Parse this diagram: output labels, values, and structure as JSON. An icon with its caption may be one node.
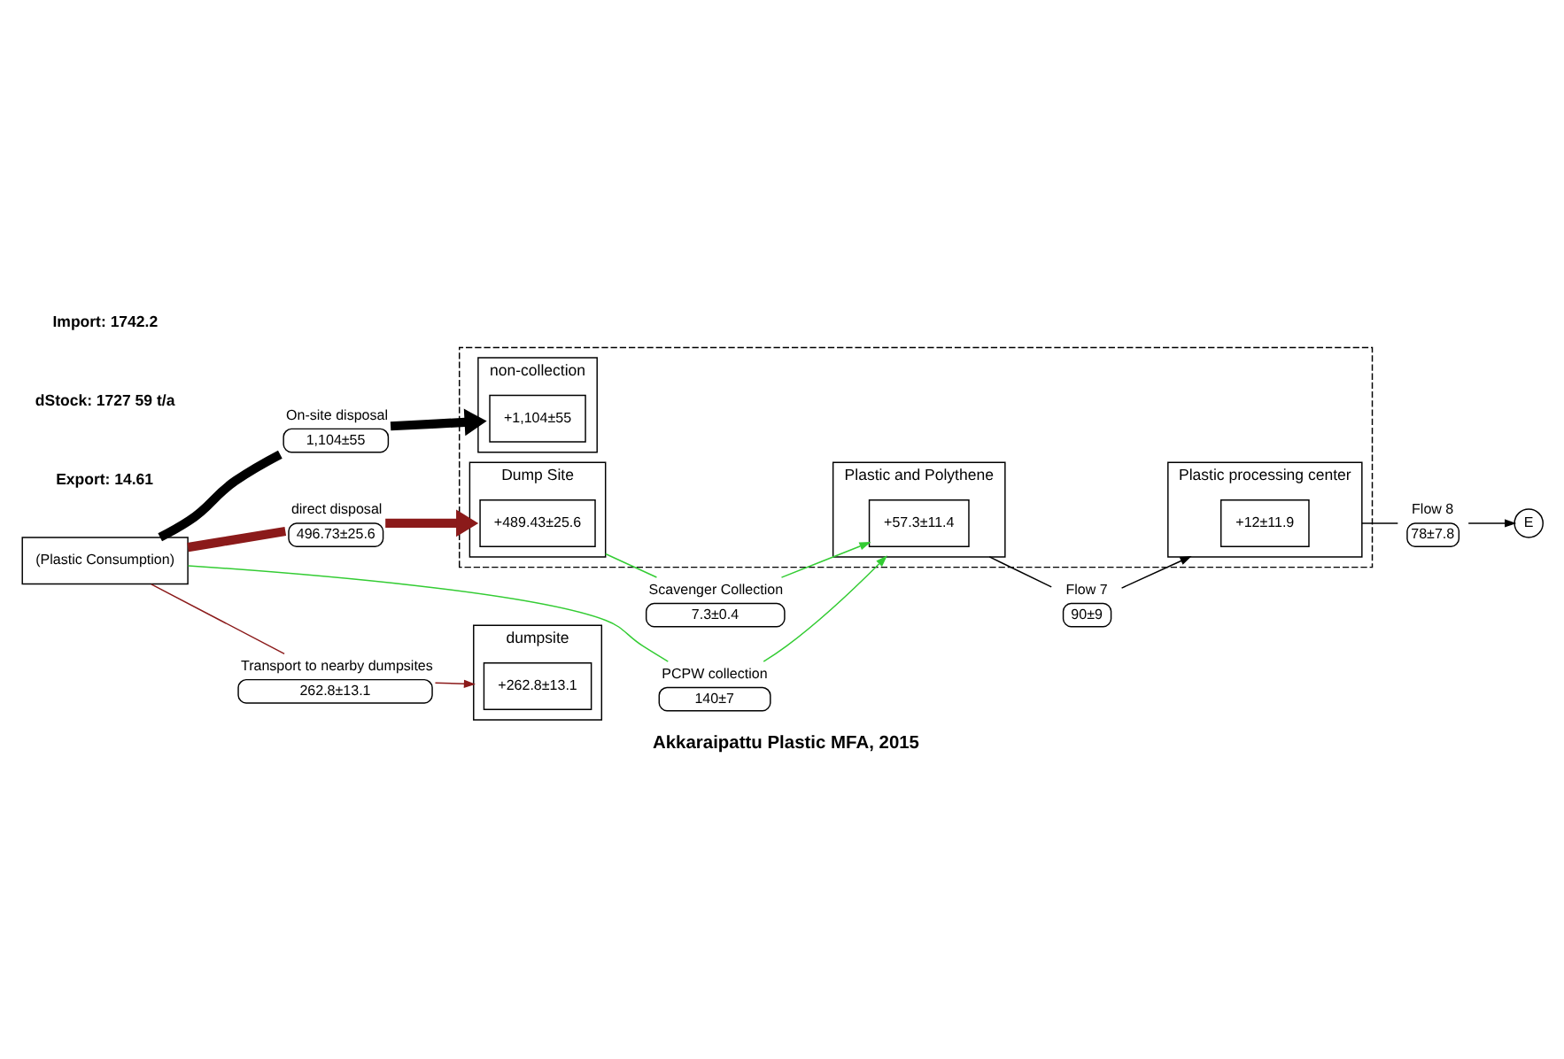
{
  "diagram": {
    "caption": "Akkaraipattu Plastic MFA, 2015",
    "nodes": [
      {
        "text": [
          "E"
        ]
      },
      {
        "text": [],
        "shape": "box"
      },
      {
        "text": [
          "Plastic processing center"
        ],
        "in": 1
      },
      {
        "text": [
          "+12±11.9"
        ],
        "in": 2
      },
      {
        "text": [
          "Plastic and Polythene"
        ],
        "in": 1
      },
      {
        "text": [
          "+57.3±11.4"
        ],
        "in": 4
      },
      {
        "text": [
          "non-collection"
        ],
        "in": 1
      },
      {
        "text": [
          "+1,104±55"
        ],
        "in": 6
      },
      {
        "text": [
          "Dump Site"
        ],
        "in": 1
      },
      {
        "text": [
          "+489.43±25.6"
        ],
        "in": 8
      },
      {
        "text": [
          "(Plastic Consumption)"
        ]
      },
      {
        "text": [
          "dumpsite"
        ]
      },
      {
        "text": [
          "+262.8±13.1"
        ],
        "in": 11
      },
      {
        "text": [
          "78±7.8"
        ],
        "beside": [
          "Flow 8"
        ]
      },
      {
        "text": [
          "140±7"
        ],
        "beside": [
          "PCPW collection"
        ]
      },
      {
        "text": [
          "90±9"
        ],
        "beside": [
          "Flow 7"
        ]
      },
      {
        "text": [
          "7.3±0.4"
        ],
        "beside": [
          "Scavenger Collection"
        ]
      },
      {
        "text": [
          "1,104±55"
        ],
        "beside": [
          "On-site disposal"
        ]
      },
      {
        "text": [
          "262.8±13.1"
        ],
        "beside": [
          "Transport to nearby dumpsites"
        ]
      },
      {
        "text": [
          "496.73±25.6"
        ],
        "beside": [
          "direct disposal"
        ]
      }
    ],
    "edges": [
      {
        "from": 10,
        "to": 14,
        "arrow": "none",
        "color": "#33cc33"
      },
      {
        "from": 14,
        "to": 4,
        "arrow": "to",
        "color": "#33cc33"
      },
      {
        "from": 4,
        "to": 15,
        "arrow": "none"
      },
      {
        "from": 15,
        "to": 2,
        "arrow": "to"
      },
      {
        "from": 2,
        "to": 13,
        "arrow": "none"
      },
      {
        "from": 13,
        "to": 0,
        "arrow": "to"
      },
      {
        "from": 8,
        "to": 16,
        "arrow": "none",
        "color": "#33cc33"
      },
      {
        "from": 16,
        "to": 5,
        "arrow": "to",
        "color": "#33cc33"
      },
      {
        "from": 10,
        "to": 17,
        "arrow": "none",
        "style": "thick"
      },
      {
        "from": 17,
        "to": 6,
        "arrow": "to",
        "style": "thick"
      },
      {
        "from": 10,
        "to": 18,
        "arrow": "none",
        "color": "#8b1a1a"
      },
      {
        "from": 18,
        "to": 11,
        "arrow": "to",
        "color": "#8b1a1a"
      },
      {
        "from": 10,
        "to": 19,
        "arrow": "none",
        "style": "thick",
        "color": "#8b1a1a"
      },
      {
        "from": 19,
        "to": 8,
        "arrow": "to",
        "style": "thick",
        "color": "#8b1a1a"
      }
    ],
    "labels": [
      "Import: 1742.2",
      "dStock: 1727 59 t/a",
      "Export: 14.61"
    ]
  }
}
